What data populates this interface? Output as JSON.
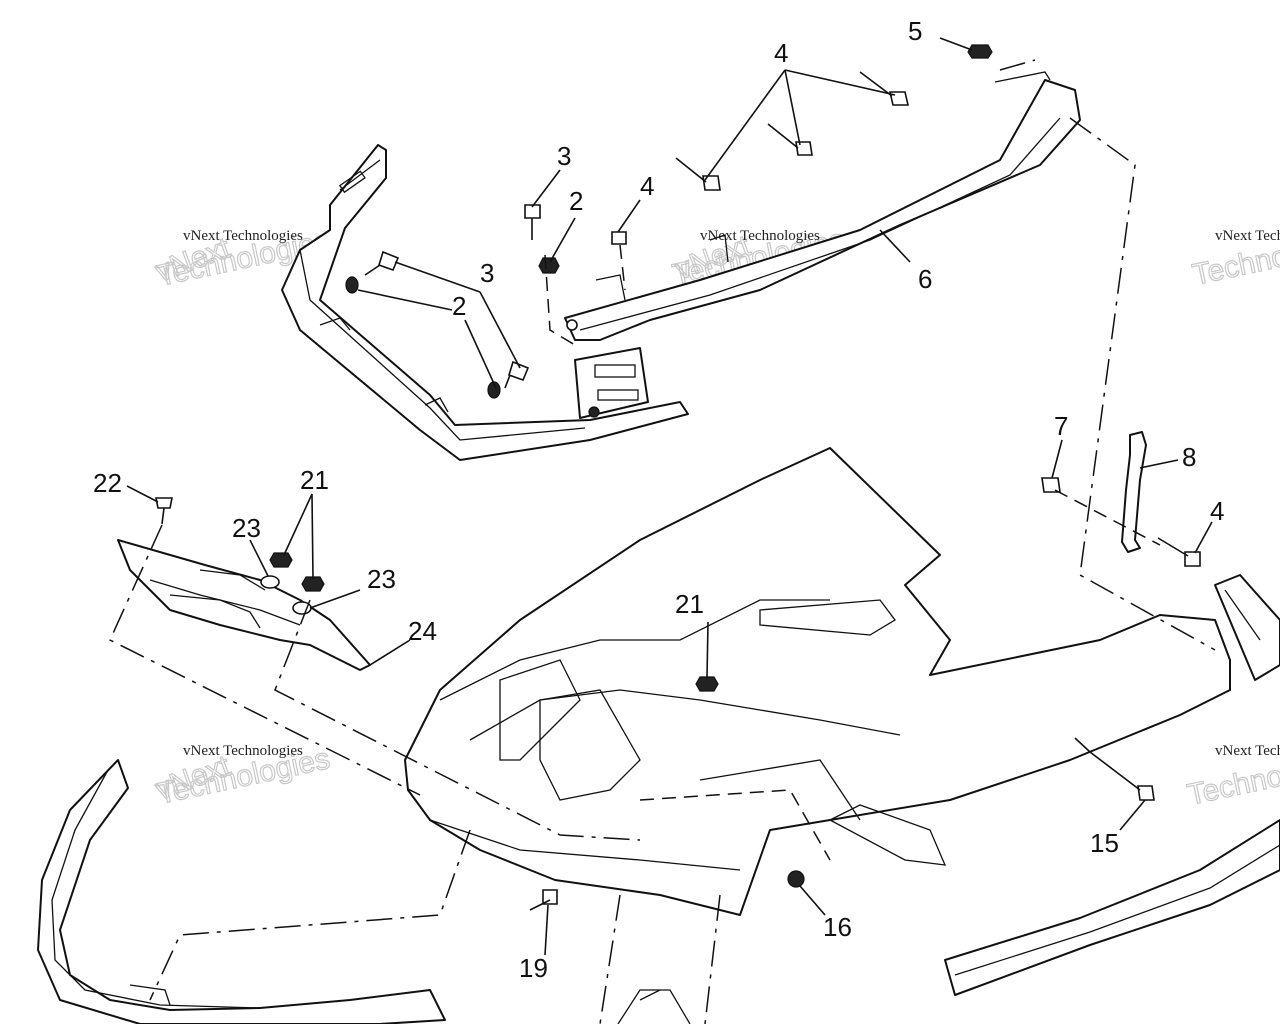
{
  "diagram": {
    "callouts": [
      {
        "id": "c5",
        "label": "5"
      },
      {
        "id": "c4a",
        "label": "4"
      },
      {
        "id": "c3a",
        "label": "3"
      },
      {
        "id": "c2a",
        "label": "2"
      },
      {
        "id": "c4b",
        "label": "4"
      },
      {
        "id": "c3b",
        "label": "3"
      },
      {
        "id": "c2b",
        "label": "2"
      },
      {
        "id": "c6",
        "label": "6"
      },
      {
        "id": "c7",
        "label": "7"
      },
      {
        "id": "c8",
        "label": "8"
      },
      {
        "id": "c4c",
        "label": "4"
      },
      {
        "id": "c22",
        "label": "22"
      },
      {
        "id": "c21a",
        "label": "21"
      },
      {
        "id": "c23a",
        "label": "23"
      },
      {
        "id": "c23b",
        "label": "23"
      },
      {
        "id": "c24",
        "label": "24"
      },
      {
        "id": "c21b",
        "label": "21"
      },
      {
        "id": "c15",
        "label": "15"
      },
      {
        "id": "c16",
        "label": "16"
      },
      {
        "id": "c19",
        "label": "19"
      }
    ],
    "watermark": {
      "line1": "vNext Technologies",
      "line2a": "vNext",
      "line2b": "Technologies"
    }
  }
}
